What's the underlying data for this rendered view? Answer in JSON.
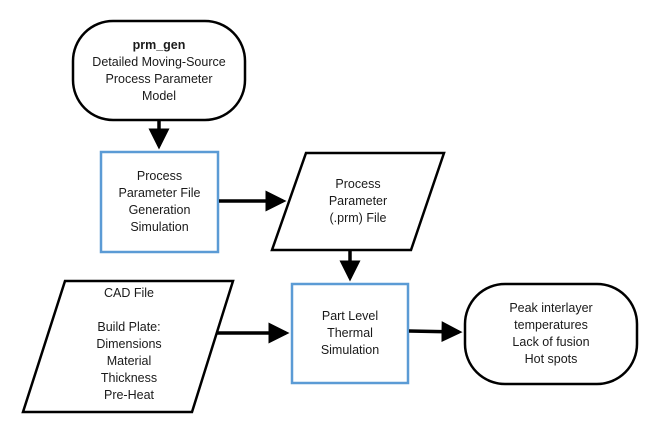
{
  "diagram": {
    "colors": {
      "stroke": "#000000",
      "process_border": "#5b9bd5",
      "background": "#ffffff",
      "text": "#1a1a1a"
    },
    "nodes": {
      "prm_gen": {
        "shape": "terminator",
        "title": "prm_gen",
        "lines": [
          "Detailed Moving-Source",
          "Process Parameter",
          "Model"
        ]
      },
      "param_file_gen": {
        "shape": "process",
        "lines": [
          "Process",
          "Parameter File",
          "Generation",
          "Simulation"
        ]
      },
      "prm_file": {
        "shape": "data",
        "lines": [
          "Process",
          "Parameter",
          "(.prm) File"
        ]
      },
      "cad_file": {
        "shape": "data",
        "title": "CAD File",
        "lines": [
          "Build Plate:",
          "Dimensions",
          "Material",
          "Thickness",
          "Pre-Heat"
        ]
      },
      "part_thermal": {
        "shape": "process",
        "lines": [
          "Part Level",
          "Thermal",
          "Simulation"
        ]
      },
      "outputs": {
        "shape": "terminator",
        "lines": [
          "Peak interlayer",
          "temperatures",
          "Lack of fusion",
          "Hot spots"
        ]
      }
    },
    "edges": [
      {
        "from": "prm_gen",
        "to": "param_file_gen"
      },
      {
        "from": "param_file_gen",
        "to": "prm_file"
      },
      {
        "from": "prm_file",
        "to": "part_thermal"
      },
      {
        "from": "cad_file",
        "to": "part_thermal"
      },
      {
        "from": "part_thermal",
        "to": "outputs"
      }
    ]
  }
}
